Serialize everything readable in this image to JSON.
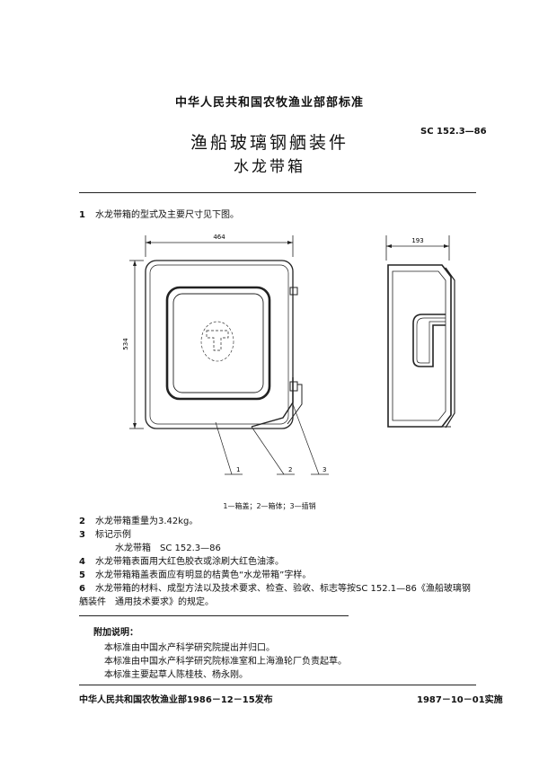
{
  "header": {
    "ministry": "中华人民共和国农牧渔业部部标准",
    "title_line1": "渔船玻璃钢舾装件",
    "title_line2": "水龙带箱",
    "standard_no": "SC 152.3—86"
  },
  "items": [
    {
      "num": "1",
      "text": "水龙带箱的型式及主要尺寸见下图。"
    },
    {
      "num": "2",
      "text": "水龙带箱重量为3.42kg。"
    },
    {
      "num": "3",
      "text": "标记示例"
    },
    {
      "num": "",
      "text": "水龙带箱　SC 152.3—86"
    },
    {
      "num": "4",
      "text": "水龙带箱表面用大红色胶衣或涂刷大红色油漆。"
    },
    {
      "num": "5",
      "text": "水龙带箱箱盖表面应有明显的桔黄色“水龙带箱”字样。"
    },
    {
      "num": "6",
      "text": "水龙带箱的材料、成型方法以及技术要求、检查、验收、标志等按SC 152.1—86《渔船玻璃钢"
    },
    {
      "num": "",
      "text": "舾装件　通用技术要求》的规定。"
    }
  ],
  "figure": {
    "dim_width": "464",
    "dim_height": "534",
    "dim_depth": "193",
    "callouts": [
      "1",
      "2",
      "3"
    ],
    "caption": "1—箱盖；2—箱体；3—插销"
  },
  "notes": {
    "title": "附加说明：",
    "lines": [
      "本标准由中国水产科学研究院提出并归口。",
      "本标准由中国水产科学研究院标准室和上海渔轮厂负责起草。",
      "本标准主要起草人陈桂枝、杨永刚。"
    ]
  },
  "footer": {
    "issued": "中华人民共和国农牧渔业部1986－12－15发布",
    "effective": "1987－10－01实施"
  }
}
